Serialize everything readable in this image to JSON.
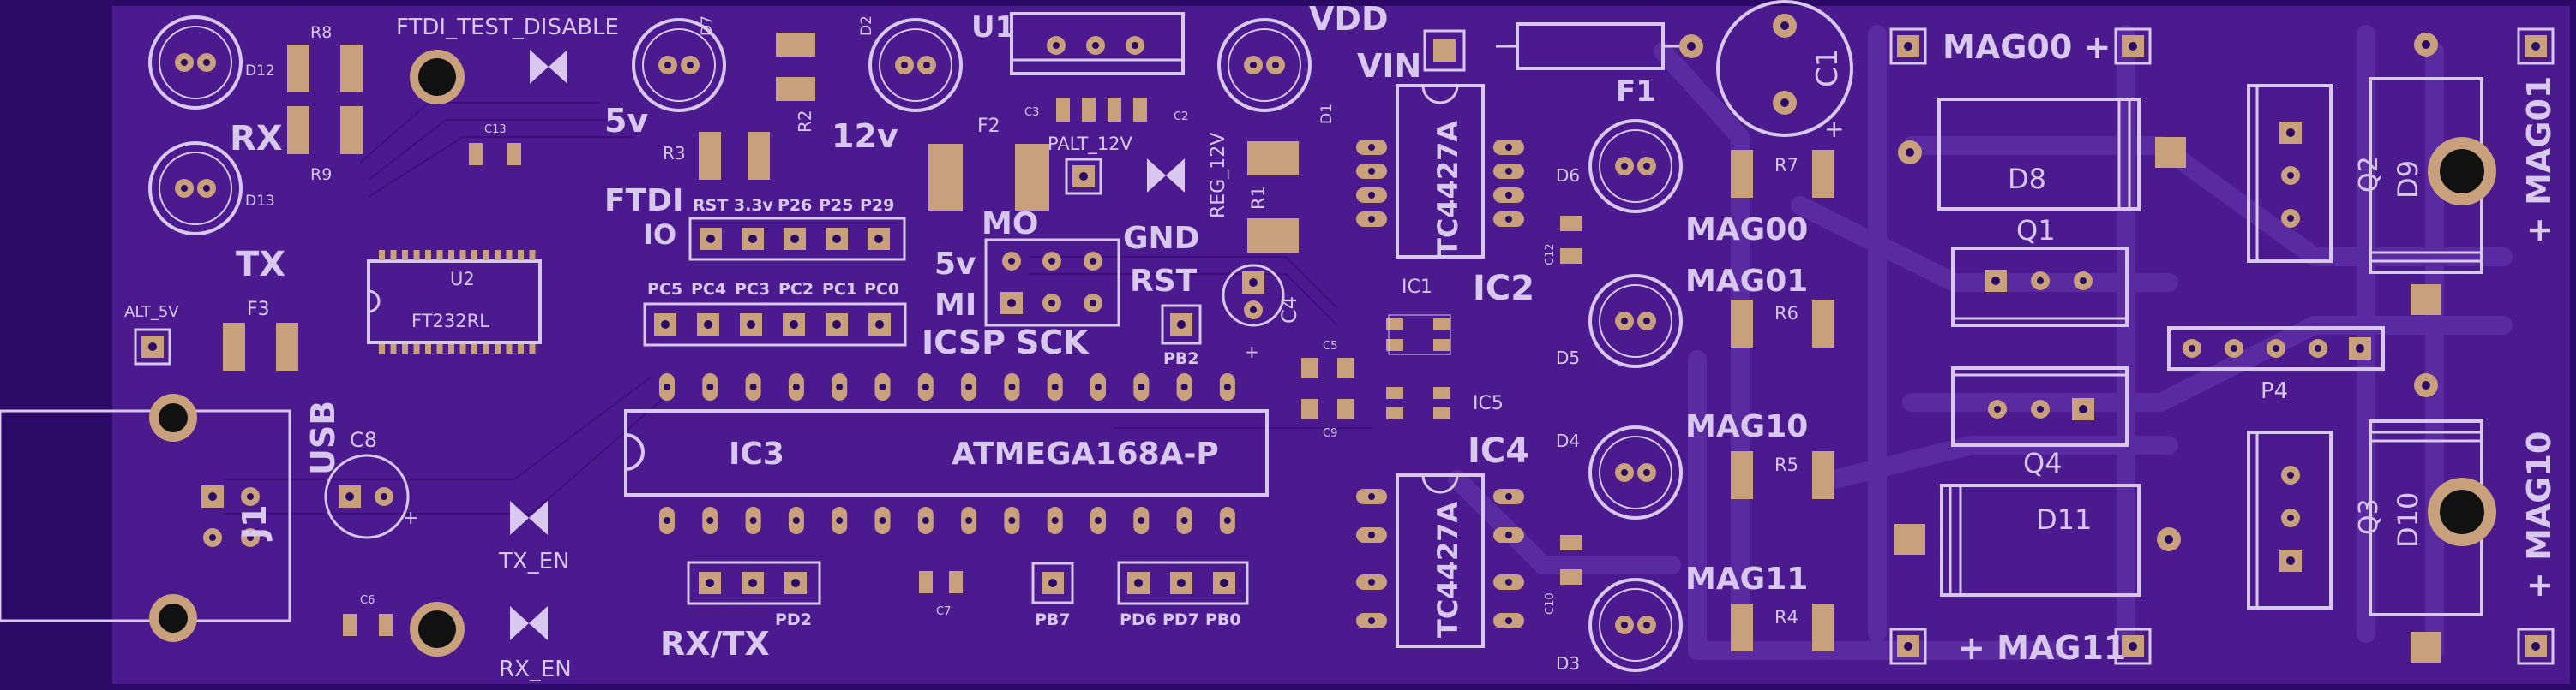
{
  "colors": {
    "board": "#4a1a8e",
    "board_edge": "#2a0a66",
    "trace": "#5a2aa0",
    "silkscreen": "#d8c8f0",
    "pad": "#c8a07c",
    "hole": "#1a1a1a"
  },
  "labels": {
    "ftdi_test_disable": "FTDI_TEST_DISABLE",
    "d12": "D12",
    "d13": "D13",
    "r8": "R8",
    "r9": "R9",
    "rx": "RX",
    "tx": "TX",
    "c13": "C13",
    "d7": "D7",
    "d2": "D2",
    "v5": "5v",
    "v12": "12v",
    "r3": "R3",
    "r2": "R2",
    "u1": "U1",
    "c3": "C3",
    "c2": "C2",
    "f2": "F2",
    "palt12v": "PALT_12V",
    "vdd": "VDD",
    "vin": "VIN",
    "d1": "D1",
    "reg12v": "REG_12V",
    "r1": "R1",
    "f1": "F1",
    "c1": "C1",
    "ftdi": "FTDI",
    "io": "IO",
    "rst33": "RST 3.3v",
    "p26": "P26",
    "p25": "P25",
    "p29": "P29",
    "pc5": "PC5",
    "pc4": "PC4",
    "pc3": "PC3",
    "pc2": "PC2",
    "pc1": "PC1",
    "pc0": "PC0",
    "u2": "U2",
    "ft232rl": "FT232RL",
    "alt5v": "ALT_5V",
    "f3": "F3",
    "mo": "MO",
    "gnd": "GND",
    "v5b": "5v",
    "rst": "RST",
    "mi": "MI",
    "icsp": "ICSP",
    "sck": "SCK",
    "pb2": "PB2",
    "c4": "C4",
    "ic3": "IC3",
    "atmega": "ATMEGA168A-P",
    "usb": "USB",
    "j1": "J1",
    "c8": "C8",
    "tx_en": "TX_EN",
    "rx_en": "RX_EN",
    "c6": "C6",
    "pd2": "PD2",
    "rxtx": "RX/TX",
    "c7": "C7",
    "pb7": "PB7",
    "pd6": "PD6",
    "pd7": "PD7",
    "pb0": "PB0",
    "ic1": "IC1",
    "c5": "C5",
    "c9": "C9",
    "ic5": "IC5",
    "ic2": "IC2",
    "ic4": "IC4",
    "tc4427a": "TC4427A",
    "c12": "C12",
    "c10": "C10",
    "d6": "D6",
    "d5": "D5",
    "d4": "D4",
    "d3": "D3",
    "r7": "R7",
    "r6": "R6",
    "r5": "R5",
    "r4": "R4",
    "mag00": "MAG00",
    "mag01": "MAG01",
    "mag10": "MAG10",
    "mag11": "MAG11",
    "mag00p": "MAG00 +",
    "mag11p": "+ MAG11",
    "mag01v": "+ MAG01",
    "mag10v": "+ MAG10",
    "d8": "D8",
    "q1": "Q1",
    "q4": "Q4",
    "d11": "D11",
    "q2": "Q2",
    "d9": "D9",
    "p4": "P4",
    "q3": "Q3",
    "d10": "D10",
    "plus": "+"
  }
}
